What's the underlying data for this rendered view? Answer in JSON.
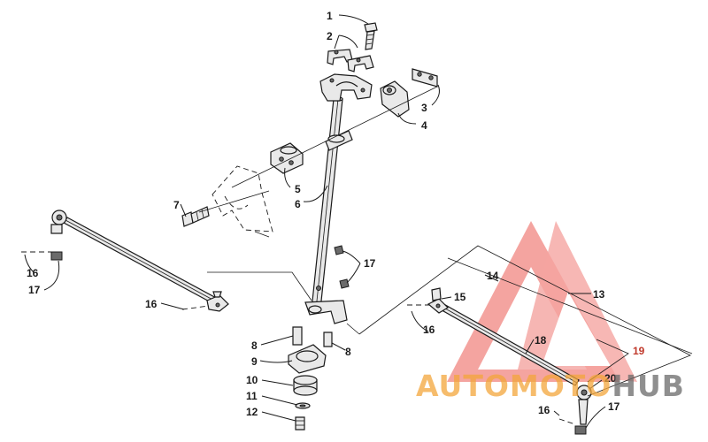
{
  "labels": {
    "l1": "1",
    "l2": "2",
    "l3": "3",
    "l4": "4",
    "l5": "5",
    "l6": "6",
    "l7": "7",
    "l8a": "8",
    "l8b": "8",
    "l9": "9",
    "l10": "10",
    "l11": "11",
    "l12": "12",
    "l13": "13",
    "l14": "14",
    "l15": "15",
    "l16a": "16",
    "l16b": "16",
    "l16c": "16",
    "l16d": "16",
    "l17a": "17",
    "l17b": "17",
    "l17c": "17",
    "l18": "18",
    "l19": "19",
    "l20": "20"
  },
  "watermark": {
    "part1": "AUTOMOTO",
    "part2": "HUB",
    "colors": {
      "triangle": "#e8382f",
      "text_orange": "#f3a63b",
      "text_dark": "#6a6a6a"
    }
  }
}
